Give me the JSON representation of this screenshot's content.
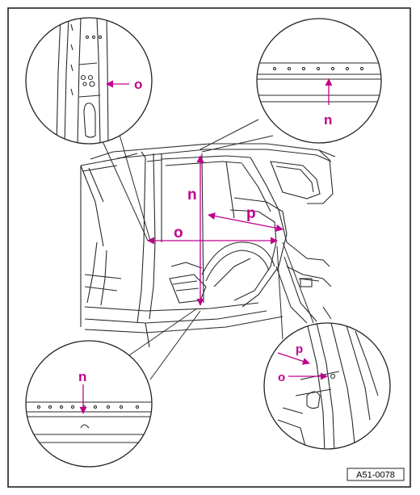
{
  "figure_id": "A51-0078",
  "colors": {
    "dimension": "#c0008c",
    "linework": "#2a2a2a",
    "background": "#ffffff"
  },
  "dimensions": {
    "n_vertical": "n",
    "o_horizontal": "o",
    "p_diagonal": "p"
  },
  "details": {
    "top_left": {
      "label": "o"
    },
    "top_right": {
      "label": "n"
    },
    "bottom_left": {
      "label": "n"
    },
    "bottom_right": {
      "label_p": "p",
      "label_o": "o"
    }
  }
}
